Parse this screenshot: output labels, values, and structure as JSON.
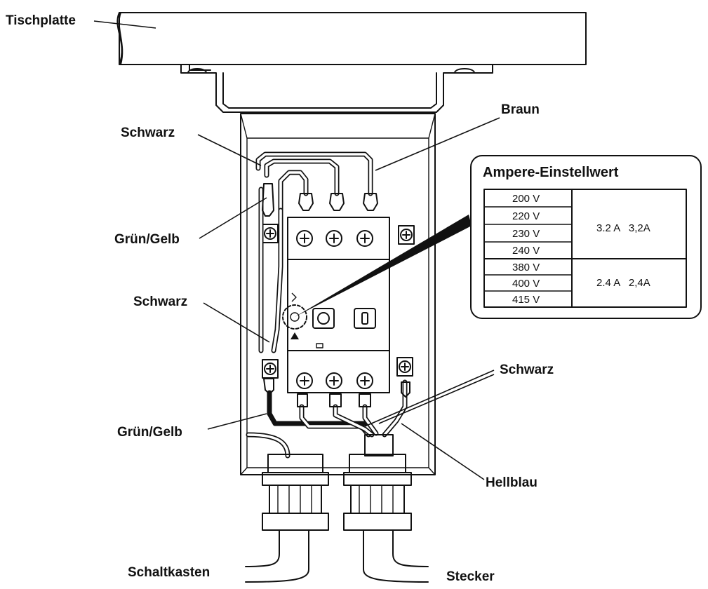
{
  "labels": {
    "tischplatte": "Tischplatte",
    "braun": "Braun",
    "schwarz_top": "Schwarz",
    "gruen_gelb_top": "Grün/Gelb",
    "schwarz_mid": "Schwarz",
    "schwarz_right": "Schwarz",
    "gruen_gelb_bottom": "Grün/Gelb",
    "hellblau": "Hellblau",
    "schaltkasten": "Schaltkasten",
    "stecker": "Stecker"
  },
  "ampere_table": {
    "title": "Ampere-Einstellwert",
    "groups": [
      {
        "voltages": [
          "200 V",
          "220 V",
          "230 V",
          "240 V"
        ],
        "setting": "3.2 A   3,2A"
      },
      {
        "voltages": [
          "380 V",
          "400 V",
          "415 V"
        ],
        "setting": "2.4 A   2,4A"
      }
    ]
  },
  "colors": {
    "line": "#111111",
    "background": "#ffffff"
  }
}
